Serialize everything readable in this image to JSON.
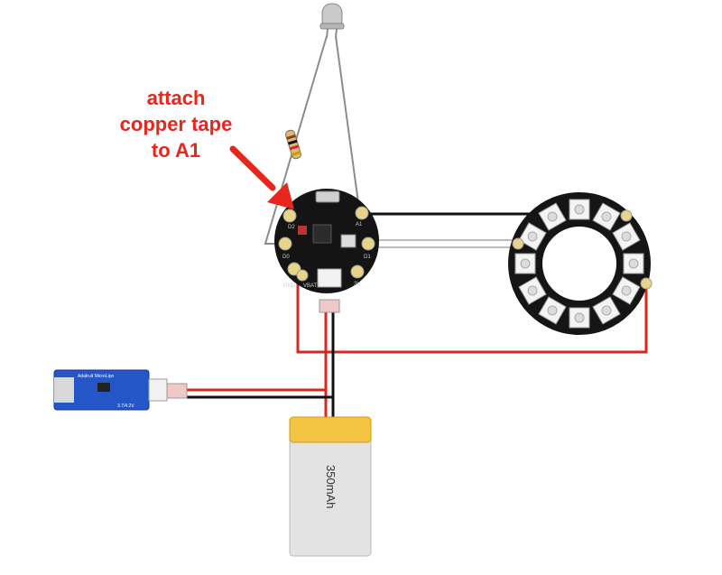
{
  "annotation": {
    "lines": [
      "attach",
      "copper tape",
      "to A1"
    ],
    "color": "#e8261b"
  },
  "battery": {
    "capacity_label": "350mAh",
    "color": "#f4c542"
  },
  "charger": {
    "board_text": "Adafruit MicroLipo",
    "voltage_label": "3.7/4.2V",
    "color": "#2456c8"
  },
  "controller": {
    "board_color": "#141414",
    "pin_labels": [
      "D2",
      "D0",
      "GND",
      "A1",
      "VBATT",
      "D1",
      "3V"
    ]
  },
  "neopixel_ring": {
    "pixel_count": 12,
    "board_color": "#151515"
  },
  "wire_colors": {
    "power": "#d7281f",
    "ground": "#111111",
    "data": "#ffffff",
    "sensor": "#8a8a8a"
  },
  "icons": [
    "led-icon",
    "resistor-icon",
    "arrow-icon"
  ]
}
